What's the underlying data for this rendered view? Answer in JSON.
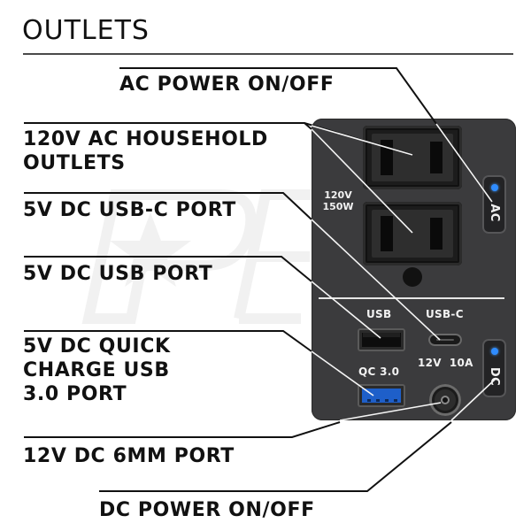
{
  "heading": "OUTLETS",
  "watermark": {
    "text": "PE",
    "icon": "star-icon"
  },
  "callouts": {
    "ac_power": "AC POWER ON/OFF",
    "ac_outlets": [
      "120V AC HOUSEHOLD",
      "OUTLETS"
    ],
    "usb_c": "5V DC USB-C PORT",
    "usb": "5V DC USB PORT",
    "qc": [
      "5V DC QUICK",
      "CHARGE USB",
      "3.0 PORT"
    ],
    "dc_6mm": "12V DC 6MM PORT",
    "dc_power": "DC POWER ON/OFF"
  },
  "panel": {
    "ac_rating": [
      "120V",
      "150W"
    ],
    "ac_switch_label": "AC",
    "dc_switch_label": "DC",
    "usb_label": "USB",
    "usb_c_label": "USB-C",
    "qc_label": "QC 3.0",
    "dc_rating": "12V  10A",
    "led_color": "#2f8cff",
    "qc_port_color": "#1e5fc9",
    "panel_color": "#3b3b3d"
  }
}
